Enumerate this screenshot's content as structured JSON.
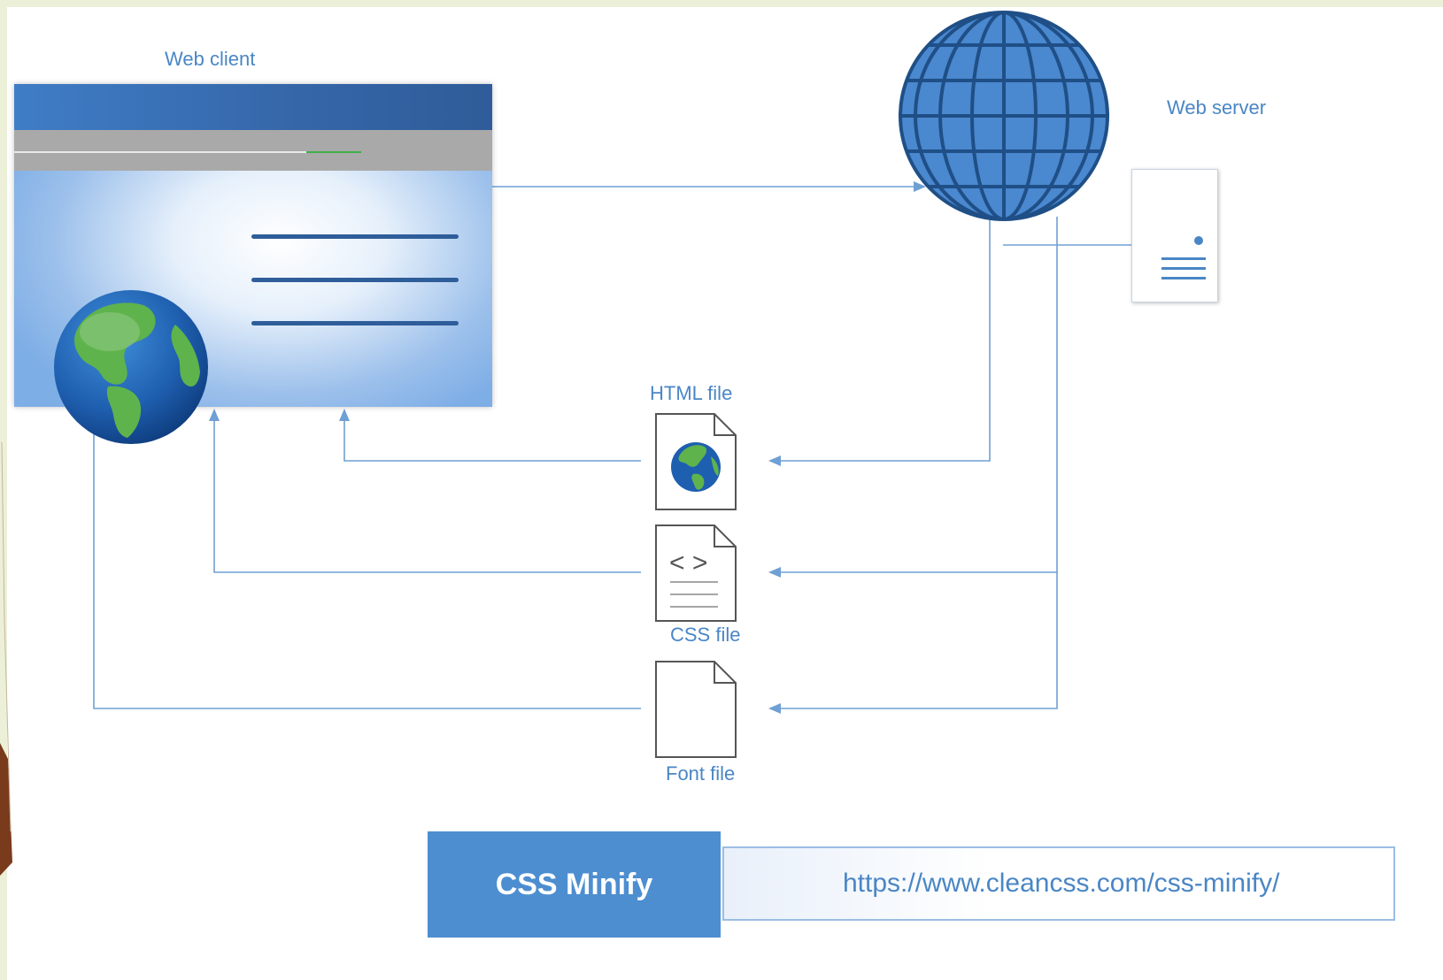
{
  "labels": {
    "web_client": "Web client",
    "web_server": "Web server",
    "html_file": "HTML file",
    "css_file": "CSS file",
    "font_file": "Font file",
    "code_glyph": "< >"
  },
  "footer": {
    "title": "CSS Minify",
    "url": "https://www.cleancss.com/css-minify/"
  },
  "icons": {
    "browser": "browser-window-icon",
    "client_globe": "earth-globe-icon",
    "server_globe": "wireframe-globe-icon",
    "server": "server-icon",
    "html_file": "html-document-icon",
    "css_file": "code-document-icon",
    "font_file": "blank-document-icon"
  },
  "colors": {
    "accent": "#4a86c5",
    "connector": "#6fa0d4",
    "globe_blue": "#4a88cf",
    "badge": "#4d8ed0",
    "frame": "#ecf0d9"
  }
}
